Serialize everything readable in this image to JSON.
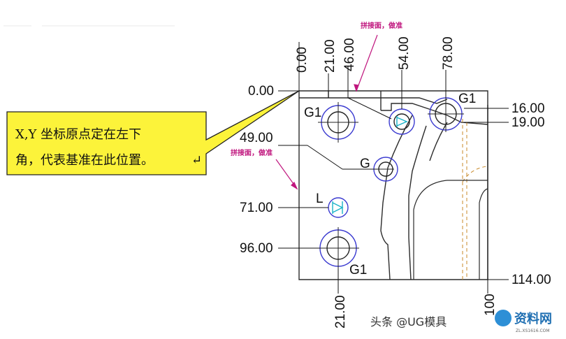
{
  "callout": {
    "line1": "X,Y  坐标原点定在左下",
    "line2": "角，代表基准在此位置。",
    "return_mark": "↵"
  },
  "notes": {
    "top": "拼接面，做准",
    "left": "拼接面，做准"
  },
  "dimensions": {
    "top_0": "0.00",
    "top_21": "21.00",
    "top_46": "46.00",
    "top_54": "54.00",
    "top_78": "78.00",
    "left_0": "0.00",
    "left_49": "49.00",
    "left_71": "71.00",
    "left_96": "96.00",
    "right_16": "16.00",
    "right_19": "19.00",
    "right_114": "114.00",
    "bottom_21": "21.00",
    "bottom_100": "100"
  },
  "hole_labels": {
    "g1_top_left": "G1",
    "g1_top_right": "G1",
    "g_mid": "G",
    "l_left": "L",
    "g1_bottom": "G1"
  },
  "watermark": {
    "text": "头条 @UG模具",
    "logo_main": "资料网",
    "logo_sub": "ZL.XS1616.COM"
  },
  "colors": {
    "callout_fill": "#fcf33a",
    "annotation": "#c0167e",
    "hole_ring": "#3a3ad0",
    "hatch": "#19b3c8",
    "mold_line": "#2b2b2b",
    "dashed_feature": "#c98a2a"
  }
}
